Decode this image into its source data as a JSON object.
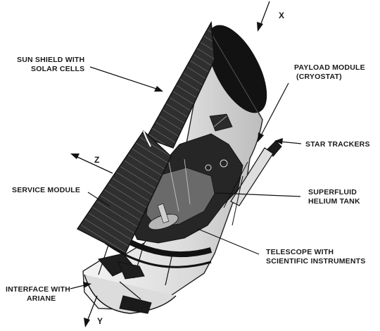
{
  "labels": {
    "sun_shield_line1": "SUN SHIELD WITH",
    "sun_shield_line2": "SOLAR CELLS",
    "payload_line1": "PAYLOAD MODULE",
    "payload_line2": "(CRYOSTAT)",
    "star_trackers": "STAR TRACKERS",
    "service_module": "SERVICE MODULE",
    "superfluid_line1": "SUPERFLUID",
    "superfluid_line2": "HELIUM TANK",
    "telescope_line1": "TELESCOPE WITH",
    "telescope_line2": "SCIENTIFIC INSTRUMENTS",
    "interface_line1": "INTERFACE WITH",
    "interface_line2": "ARIANE"
  },
  "axes": {
    "x": "X",
    "y": "Y",
    "z": "Z"
  },
  "colors": {
    "ink": "#111111",
    "panel": "#2b2b2b",
    "body": "#e6e6e6",
    "interior": "#2a2a2a"
  }
}
